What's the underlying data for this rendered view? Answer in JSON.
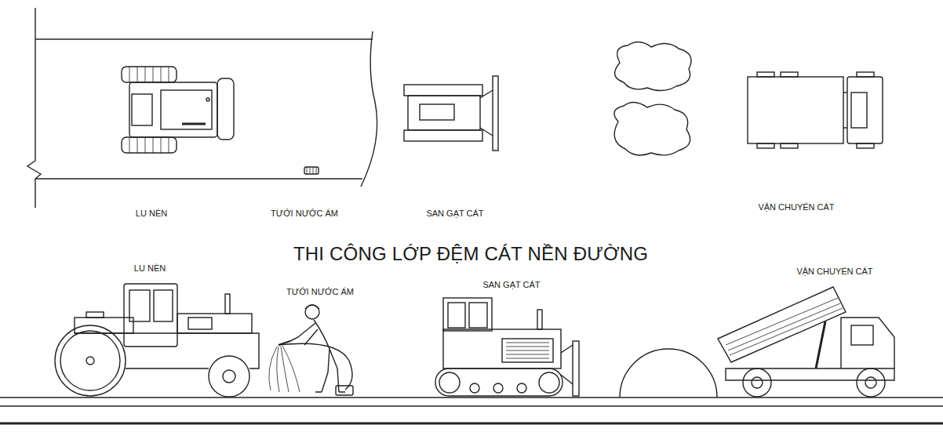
{
  "diagram": {
    "title": "THI CÔNG LỚP ĐỆM CÁT NỀN ĐƯỜNG",
    "labels": [
      "LU NÈN",
      "TƯỚI NƯỚC ẨM",
      "SAN GẠT CÁT",
      "VẬN CHUYỂN CÁT",
      "LU NÈN",
      "TƯỚI NƯỚC ẨM",
      "SAN GẠT CÁT",
      "VẬN CHUYỂN CÁT"
    ]
  }
}
